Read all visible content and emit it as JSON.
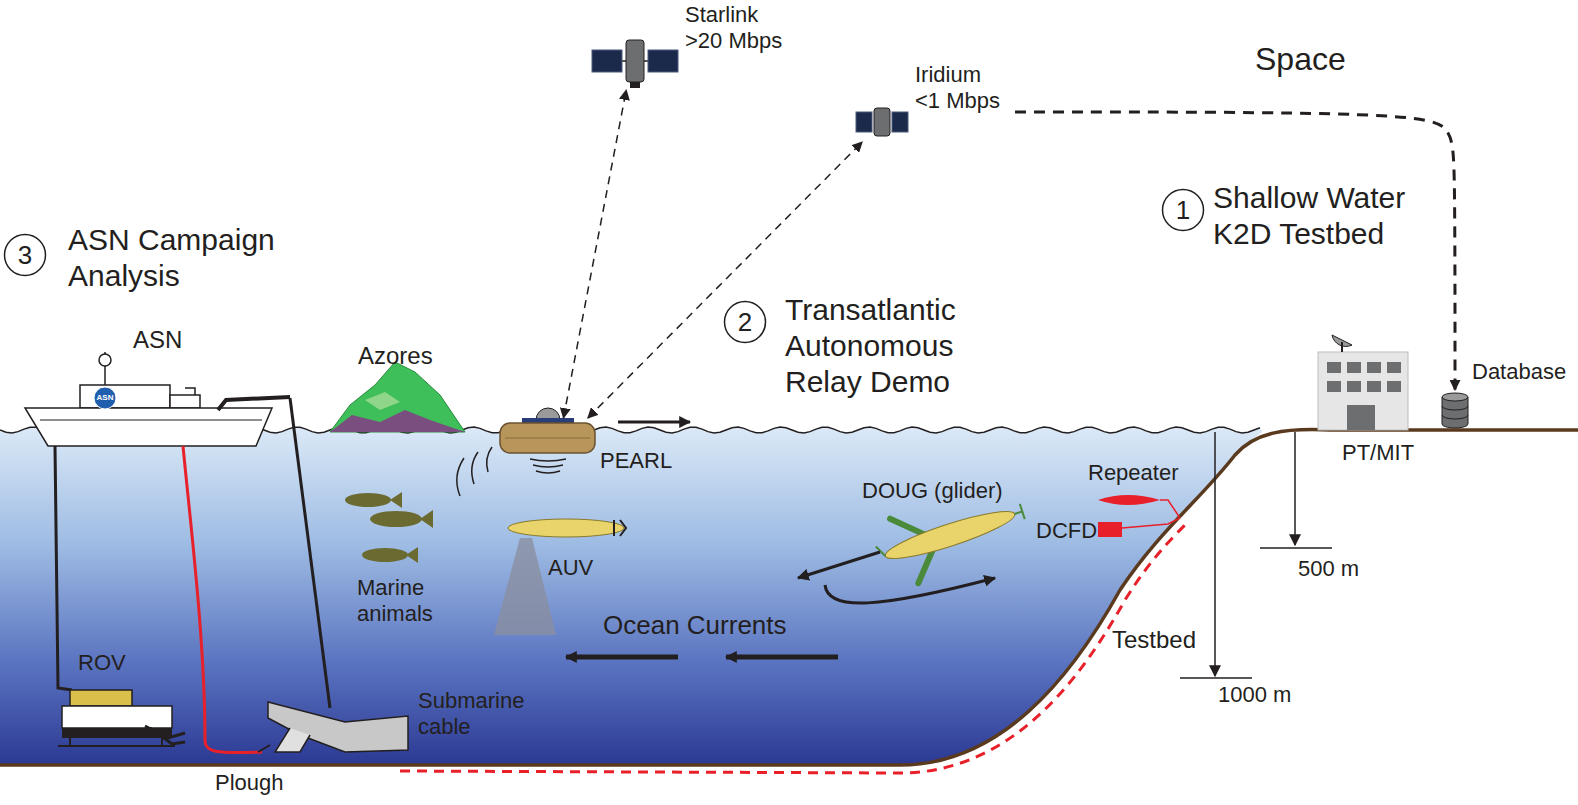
{
  "diagram": {
    "nodes": [
      {
        "text": [
          "Starlink >20 Mbps"
        ]
      },
      {
        "text": [
          "Iridium <1 Mbps"
        ]
      },
      {
        "text": [
          "1",
          "Shallow Water K2D Testbed"
        ]
      },
      {
        "text": [
          "3",
          "ASN Campaign Analysis"
        ]
      },
      {
        "text": [
          "2",
          "Transatlantic Autonomous Relay Demo"
        ]
      },
      {
        "text": [
          "PEARL"
        ]
      },
      {
        "text": [
          "Database"
        ]
      }
    ],
    "edges": [
      {
        "from": 5,
        "to": 0,
        "arrow": "both"
      },
      {
        "from": 5,
        "to": 1,
        "arrow": "both"
      },
      {
        "from": 1,
        "to": 6,
        "arrow": "to"
      }
    ],
    "labels": [
      "Space",
      "ASN",
      "Azores",
      "ASN",
      "PT/MIT",
      "Repeater",
      "DOUG (glider)",
      "DCFD",
      "AUV",
      "500 m",
      "Marine animals",
      "Ocean Currents",
      "Testbed",
      "ROV",
      "1000 m",
      "Submarine cable",
      "Plough"
    ]
  }
}
